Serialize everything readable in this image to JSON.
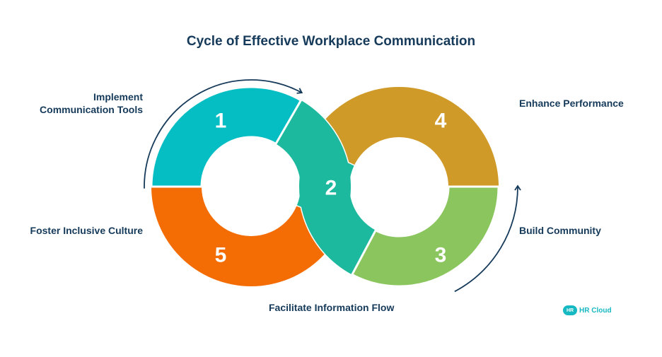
{
  "title": "Cycle of Effective Workplace Communication",
  "steps": [
    {
      "number": "1",
      "label_line1": "Implement",
      "label_line2": "Communication Tools",
      "color": "#05bec3"
    },
    {
      "number": "2",
      "label": "Facilitate Information Flow",
      "color": "#1db99e"
    },
    {
      "number": "3",
      "label": "Build Community",
      "color": "#8bc55e"
    },
    {
      "number": "4",
      "label": "Enhance Performance",
      "color": "#cf9a28"
    },
    {
      "number": "5",
      "label": "Foster Inclusive Culture",
      "color": "#f46d04"
    }
  ],
  "arrow_color": "#163a5a",
  "logo": {
    "mark": "HR",
    "text": "HR Cloud"
  }
}
